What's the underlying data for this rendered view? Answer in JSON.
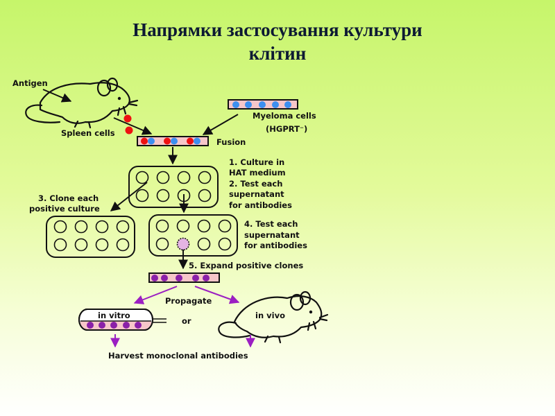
{
  "title": {
    "line1": "Напрямки застосування  культури",
    "line2": "клітин"
  },
  "labels": {
    "antigen": "Antigen",
    "spleen_cells": "Spleen cells",
    "myeloma_cells": "Myeloma cells",
    "hgprt": "(HGPRT⁻)",
    "fusion": "Fusion",
    "step1_line1": "1. Culture in",
    "step1_line2": "HAT medium",
    "step2_line1": "2. Test each",
    "step2_line2": "supernatant",
    "step2_line3": "for antibodies",
    "step3_line1": "3. Clone each",
    "step3_line2": "positive culture",
    "step4_line1": "4. Test each",
    "step4_line2": "supernatant",
    "step4_line3": "for antibodies",
    "step5": "5. Expand positive clones",
    "propagate": "Propagate",
    "or": "or",
    "in_vitro": "in vitro",
    "in_vivo": "in vivo",
    "harvest": "Harvest monoclonal antibodies"
  },
  "colors": {
    "tube_fill": "#f6c6c9",
    "spleen_cell": "#ee1111",
    "myeloma_cell": "#3d8ff0",
    "hybridoma_cell": "#8a20a8",
    "propagate_arrow": "#9b1fc2",
    "positive_well": "#e4b4e4"
  }
}
